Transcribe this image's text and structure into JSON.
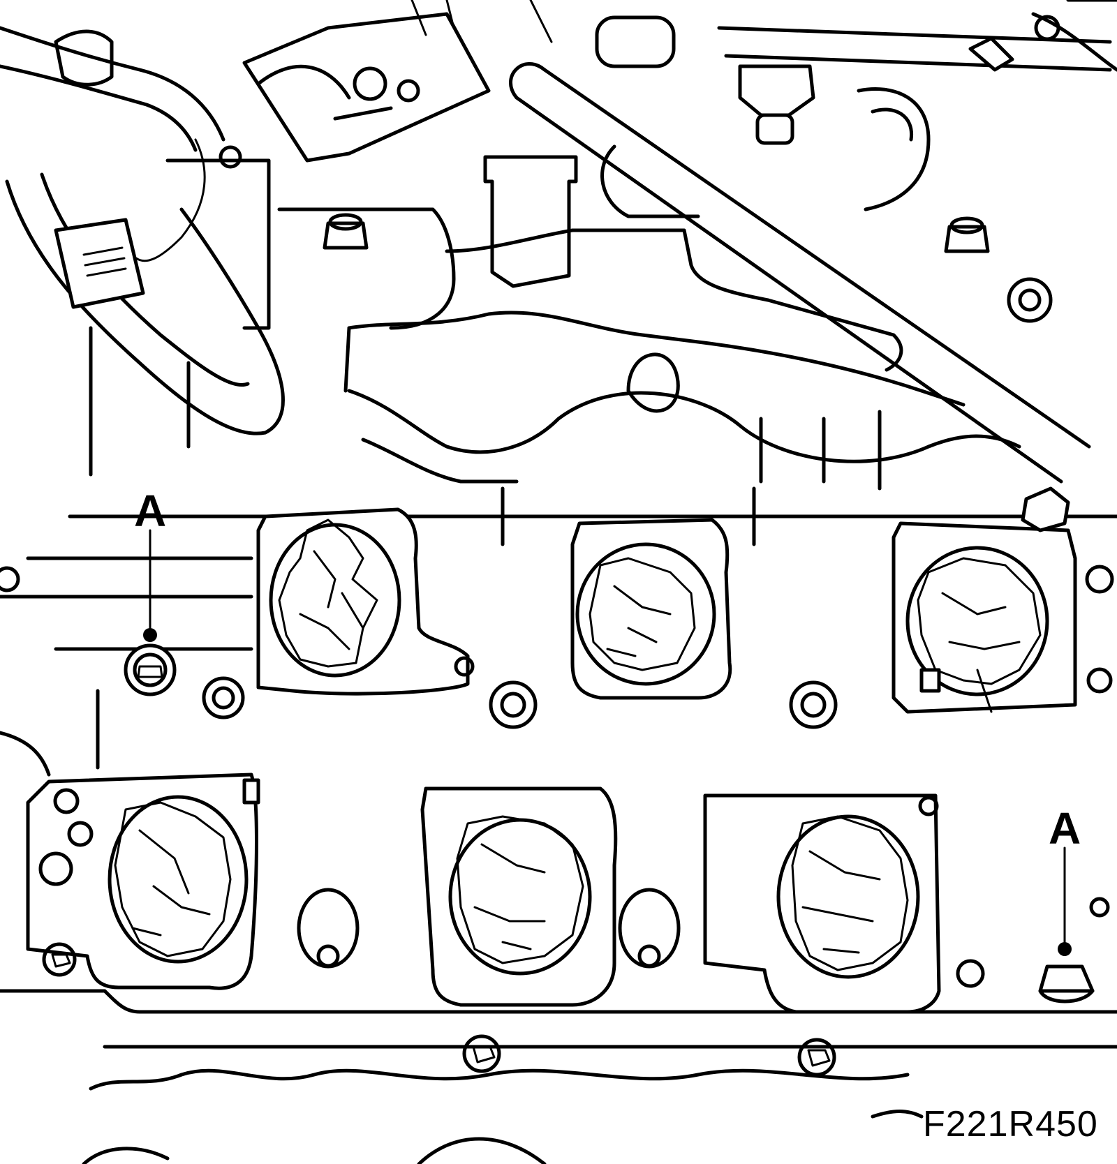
{
  "figure": {
    "code": "F221R450",
    "callouts": [
      {
        "id": "left",
        "label": "A"
      },
      {
        "id": "right",
        "label": "A"
      }
    ],
    "parts": {
      "port_plugs": 6,
      "intake_ports": 6
    }
  }
}
